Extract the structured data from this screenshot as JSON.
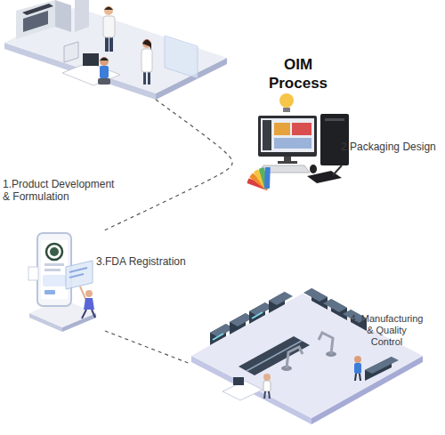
{
  "diagram": {
    "title": "OIM Process",
    "nodes": [
      {
        "text": [
          "1.Product Development & Formulation"
        ]
      },
      {
        "text": [
          "2.Packaging Design"
        ]
      },
      {
        "text": [
          "3.FDA Registration"
        ]
      },
      {
        "text": [
          "4. Manufacturing & Quality Control"
        ]
      }
    ],
    "edges": [
      {
        "from": 0,
        "to": 2,
        "arrow": "none"
      },
      {
        "from": 2,
        "to": 3,
        "arrow": "none"
      }
    ]
  }
}
